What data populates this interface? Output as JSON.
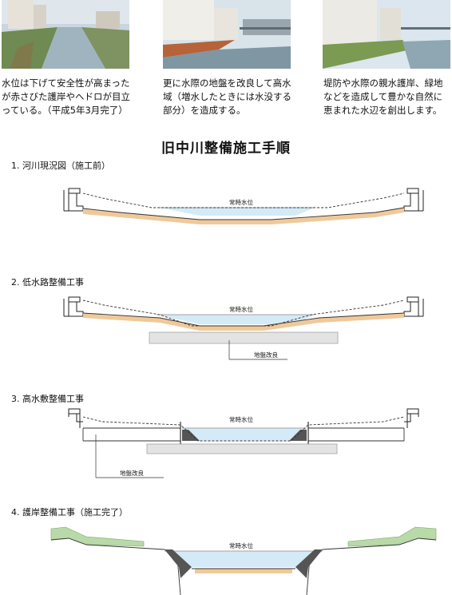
{
  "captions": [
    [
      "水位は下げて安全性が高まった",
      "が赤さびた護岸やヘドロが目立",
      "っている。（平成5年3月完了）"
    ],
    [
      "更に水際の地盤を改良して高水",
      "域（増水したときには水没する",
      "部分）を造成する。"
    ],
    [
      "堤防や水際の親水護岸、緑地",
      "などを造成して豊かな自然に",
      "恵まれた水辺を創出します。"
    ]
  ],
  "title": "旧中川整備施工手順",
  "steps": [
    {
      "title": "1. 河川現況図（施工前）",
      "water_label": "常時水位"
    },
    {
      "title": "2. 低水路整備工事",
      "water_label": "常時水位",
      "note": "地盤改良"
    },
    {
      "title": "3. 高水敷整備工事",
      "water_label": "常時水位",
      "note": "地盤改良"
    },
    {
      "title": "4. 護岸整備工事（施工完了）",
      "water_label": "常時水位"
    }
  ],
  "colors": {
    "water": "#d4ebf7",
    "sediment": "#f0c99a",
    "green": "#b8d9a8",
    "ground_improvement": "#e3e3e3"
  }
}
